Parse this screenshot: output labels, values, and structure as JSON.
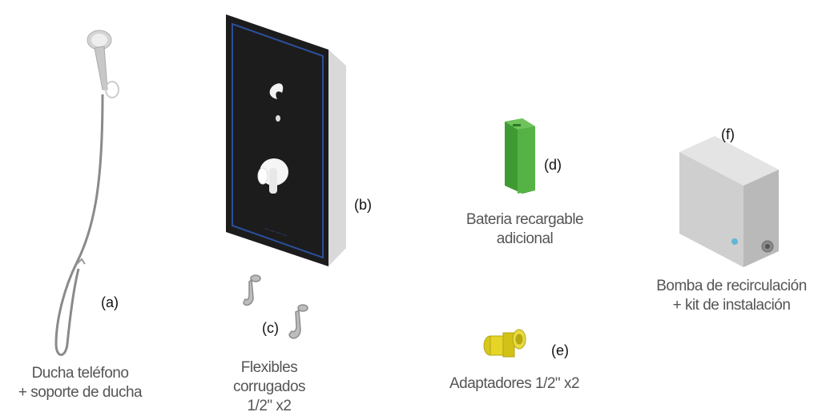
{
  "items": {
    "a": {
      "letter": "(a)",
      "line1": "Ducha teléfono",
      "line2": "+ soporte de ducha",
      "icon": "handheld-shower-icon"
    },
    "b": {
      "letter": "(b)",
      "icon": "control-panel-icon"
    },
    "c": {
      "letter": "(c)",
      "line1": "Flexibles",
      "line2": "corrugados",
      "line3": "1/2\" x2",
      "icon": "flexible-hose-icon"
    },
    "d": {
      "letter": "(d)",
      "line1": "Bateria recargable",
      "line2": "adicional",
      "icon": "battery-icon"
    },
    "e": {
      "letter": "(e)",
      "line1": "Adaptadores  1/2\" x2",
      "icon": "adapter-icon"
    },
    "f": {
      "letter": "(f)",
      "line1": "Bomba de recirculación",
      "line2": "+ kit de instalación",
      "icon": "pump-box-icon"
    }
  },
  "colors": {
    "panel": "#1a1a1a",
    "panel_border": "#2a4a8a",
    "panel_side": "#d8d8d8",
    "battery": "#4caf3e",
    "adapter": "#e0d020",
    "pump": "#c8c8c8",
    "hose": "#888888"
  }
}
